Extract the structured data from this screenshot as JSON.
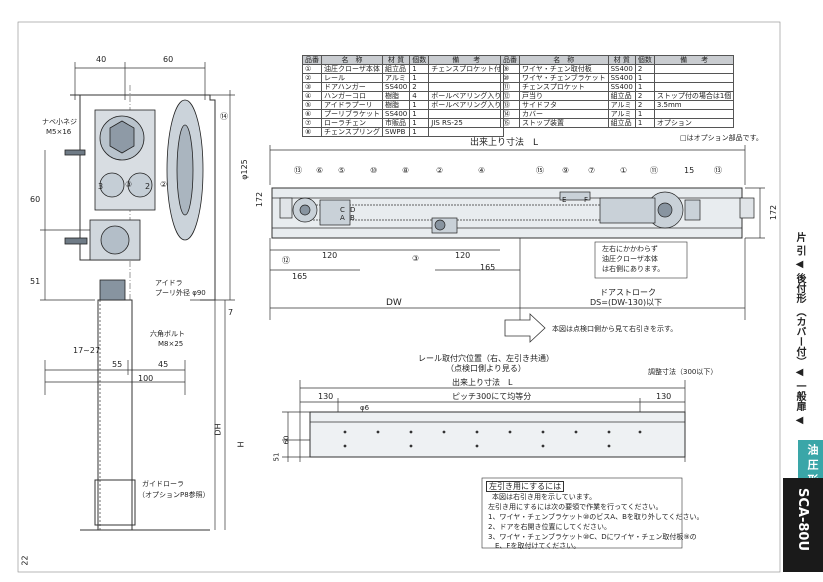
{
  "page_number": "22",
  "side_label": "片 引 ◀ 後付形 （カバー付）◀ 一般扉 ◀",
  "side_tab_label": "油 圧 形",
  "model_label": "SCA-80U",
  "parts_table": {
    "headers": [
      "品番",
      "名　称",
      "材 質",
      "個数",
      "備　　考"
    ],
    "left_rows": [
      [
        "①",
        "油圧クローザ本体",
        "組立品",
        "1",
        "チェンスプロケット付"
      ],
      [
        "②",
        "レール",
        "アルミ",
        "1",
        ""
      ],
      [
        "③",
        "ドアハンガー",
        "SS400",
        "2",
        ""
      ],
      [
        "④",
        "ハンガーコロ",
        "樹脂",
        "4",
        "ボールベアリング入り"
      ],
      [
        "⑤",
        "アイドラプーリ",
        "樹脂",
        "1",
        "ボールベアリング入り"
      ],
      [
        "⑥",
        "プーリブラケット",
        "SS400",
        "1",
        ""
      ],
      [
        "⑦",
        "ローラチェン",
        "市販品",
        "1",
        "JIS RS-25"
      ],
      [
        "⑧",
        "チェンスプリング",
        "SWPB",
        "1",
        ""
      ]
    ],
    "right_rows": [
      [
        "⑨",
        "ワイヤ・チェン取付板",
        "SS400",
        "2",
        ""
      ],
      [
        "⑩",
        "ワイヤ・チェンブラケット",
        "SS400",
        "1",
        ""
      ],
      [
        "⑪",
        "チェンスプロケット",
        "SS400",
        "1",
        ""
      ],
      [
        "⑫",
        "戸当り",
        "組立品",
        "2",
        "ストップ付の場合は1個"
      ],
      [
        "⑬",
        "サイドフタ",
        "アルミ",
        "2",
        "3.5mm"
      ],
      [
        "⑭",
        "カバー",
        "アルミ",
        "1",
        ""
      ],
      [
        "⑮",
        "ストップ装置",
        "組立品",
        "1",
        "オプション"
      ]
    ],
    "note": "□はオプション部品です。"
  },
  "side_view": {
    "dim_40": "40",
    "dim_60": "60",
    "nabe_screw": "ナベ小ネジ",
    "nabe_size": "M5×16",
    "dim_60v": "60",
    "dim_51": "51",
    "dim_172": "172",
    "dim_125": "φ125",
    "idler_1": "アイドラ",
    "idler_2": "プーリ外径 φ90",
    "hex_bolt": "六角ボルト",
    "hex_size": "M8×25",
    "dim_7": "7",
    "dim_17_27": "17~27",
    "dim_55": "55",
    "dim_45": "45",
    "dim_100": "100",
    "dim_DH": "DH",
    "dim_H": "H",
    "guide_1": "ガイドローラ",
    "guide_2": "（オプションP8参照）",
    "c3": "③",
    "c2": "②",
    "c14": "⑭",
    "num3": "3",
    "num2": "2"
  },
  "front_view": {
    "title": "出来上り寸法　L",
    "c13a": "⑬",
    "c6": "⑥",
    "c5": "⑤",
    "c10": "⑩",
    "c8": "⑧",
    "c2": "②",
    "c4": "④",
    "c15a": "⑮",
    "c9": "⑨",
    "c7": "⑦",
    "c1": "①",
    "c11": "⑪",
    "c15b": "15",
    "c13b": "⑬",
    "c12": "⑫",
    "c3": "③",
    "E": "E",
    "F": "F",
    "C": "C",
    "A": "A",
    "D": "D",
    "B": "B",
    "dim_172": "172",
    "dim_120a": "120",
    "dim_165a": "165",
    "dim_120b": "120",
    "dim_165b": "165",
    "note1": "左右にかかわらず",
    "note2": "油圧クローザ本体",
    "note3": "は右側にあります。",
    "DW": "DW",
    "stroke1": "ドアストローク",
    "stroke2": "DS=(DW-130)以下",
    "arrow_note": "本図は点検口側から見て右引きを示す。"
  },
  "rail_view": {
    "title1": "レール取付穴位置（右、左引き共通）",
    "title2": "（点検口側より見る）",
    "L": "出来上り寸法　L",
    "adjust": "調整寸法（300以下）",
    "d130a": "130",
    "pitch": "ピッチ300にて均等分",
    "d130b": "130",
    "hole": "φ6",
    "d60": "60",
    "d51": "51"
  },
  "left_pull": {
    "title": "左引き用にするには",
    "lines": [
      "本図は右引き用を示しています。",
      "左引き用にするには次の要領で作業を行ってください。",
      "1、ワイヤ・チェンブラケット⑩のビスA、Bを取り外してください。",
      "2、ドアを右開き位置にしてください。",
      "3、ワイヤ・チェンブラケット⑩C、Dにワイヤ・チェン取付板⑨の",
      "　E、Fを取付けてください。"
    ]
  }
}
